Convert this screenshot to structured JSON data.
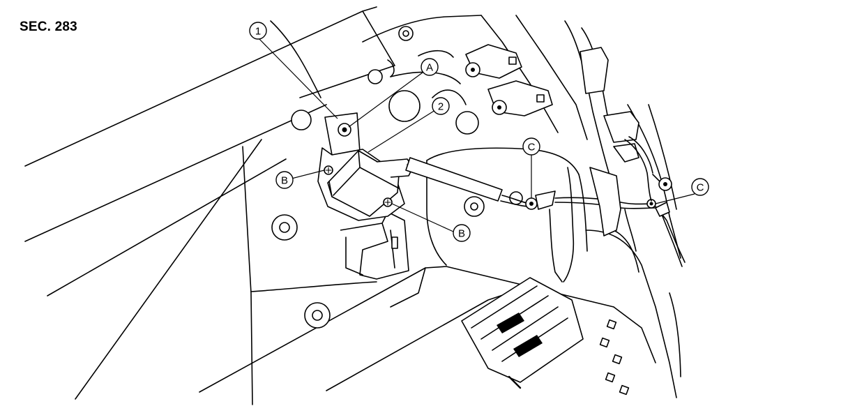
{
  "section": "SEC. 283",
  "callouts": [
    {
      "id": "callout-1",
      "label": "1"
    },
    {
      "id": "callout-2",
      "label": "2"
    },
    {
      "id": "callout-a",
      "label": "A"
    },
    {
      "id": "callout-b-left",
      "label": "B"
    },
    {
      "id": "callout-b-right",
      "label": "B"
    },
    {
      "id": "callout-c-center",
      "label": "C"
    },
    {
      "id": "callout-c-right",
      "label": "C"
    }
  ]
}
